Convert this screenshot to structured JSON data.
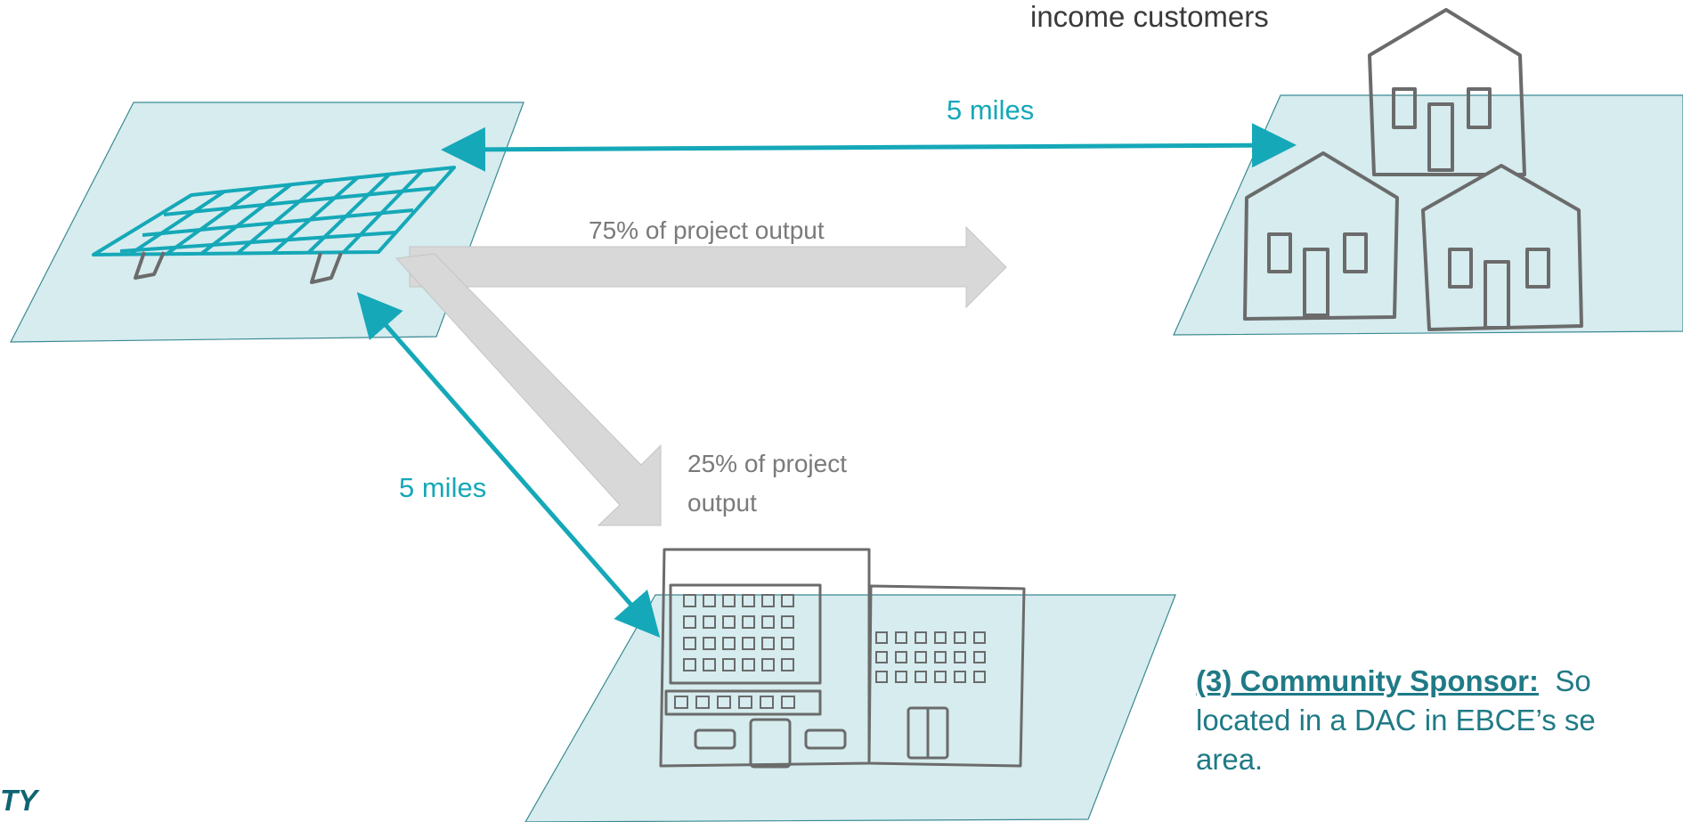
{
  "labels": {
    "income_customers": "income customers",
    "distance_top": "5 miles",
    "distance_left": "5 miles",
    "output_75": "75% of project output",
    "output_25_line1": "25% of project",
    "output_25_line2": "output"
  },
  "sponsor": {
    "heading": "(3) Community Sponsor:",
    "line1_rest": "So",
    "line2": "located in a DAC in EBCE’s se",
    "line3": "area."
  },
  "corner_text": "TY",
  "colors": {
    "teal": "#15a8b8",
    "ground": "#d6ecef",
    "outline": "#6b6b6b",
    "flow_arrow": "#d8d8d8"
  }
}
